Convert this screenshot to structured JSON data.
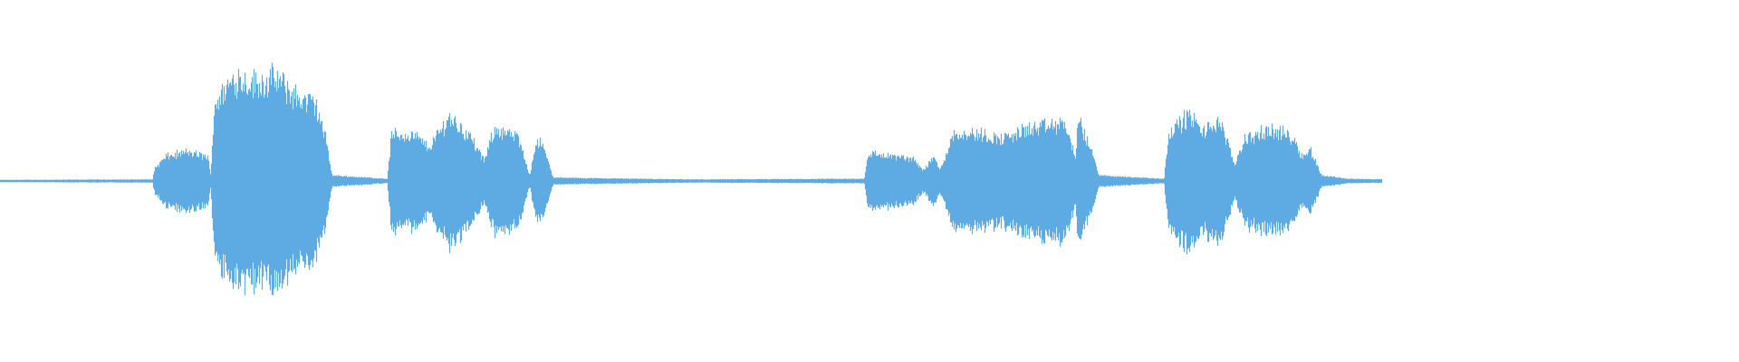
{
  "waveform": {
    "color": "#5dabe2",
    "background": "#ffffff",
    "duration_fraction_drawn": 0.795,
    "baseline_noise_amplitude": 0.016,
    "envelope": [
      [
        0.0,
        0.01
      ],
      [
        0.11,
        0.014
      ],
      [
        0.112,
        0.12
      ],
      [
        0.12,
        0.22
      ],
      [
        0.135,
        0.26
      ],
      [
        0.15,
        0.22
      ],
      [
        0.152,
        0.05
      ],
      [
        0.155,
        0.7
      ],
      [
        0.17,
        0.94
      ],
      [
        0.185,
        0.88
      ],
      [
        0.2,
        0.92
      ],
      [
        0.215,
        0.75
      ],
      [
        0.228,
        0.7
      ],
      [
        0.236,
        0.35
      ],
      [
        0.24,
        0.05
      ],
      [
        0.28,
        0.02
      ],
      [
        0.283,
        0.42
      ],
      [
        0.3,
        0.41
      ],
      [
        0.31,
        0.3
      ],
      [
        0.325,
        0.58
      ],
      [
        0.34,
        0.4
      ],
      [
        0.35,
        0.18
      ],
      [
        0.358,
        0.48
      ],
      [
        0.375,
        0.38
      ],
      [
        0.383,
        0.05
      ],
      [
        0.388,
        0.38
      ],
      [
        0.393,
        0.3
      ],
      [
        0.4,
        0.03
      ],
      [
        0.5,
        0.014
      ],
      [
        0.625,
        0.02
      ],
      [
        0.628,
        0.25
      ],
      [
        0.66,
        0.2
      ],
      [
        0.668,
        0.1
      ],
      [
        0.675,
        0.22
      ],
      [
        0.68,
        0.1
      ],
      [
        0.69,
        0.44
      ],
      [
        0.71,
        0.42
      ],
      [
        0.725,
        0.38
      ],
      [
        0.74,
        0.46
      ],
      [
        0.77,
        0.52
      ],
      [
        0.778,
        0.22
      ],
      [
        0.78,
        0.55
      ],
      [
        0.79,
        0.25
      ],
      [
        0.795,
        0.05
      ],
      [
        0.842,
        0.02
      ],
      [
        0.845,
        0.42
      ],
      [
        0.86,
        0.6
      ],
      [
        0.87,
        0.44
      ],
      [
        0.882,
        0.55
      ],
      [
        0.893,
        0.15
      ],
      [
        0.9,
        0.38
      ],
      [
        0.92,
        0.46
      ],
      [
        0.935,
        0.4
      ],
      [
        0.942,
        0.22
      ],
      [
        0.948,
        0.28
      ],
      [
        0.956,
        0.05
      ],
      [
        0.97,
        0.03
      ],
      [
        0.975,
        0.02
      ],
      [
        1.0,
        0.015
      ]
    ],
    "x_span_fraction_of_page": 0.795
  }
}
